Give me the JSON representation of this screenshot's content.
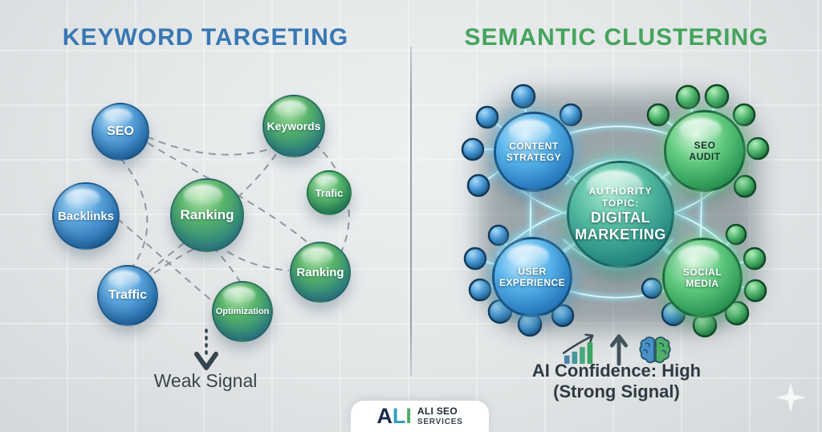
{
  "header": {
    "left_title": "KEYWORD TARGETING",
    "right_title": "SEMANTIC CLUSTERING"
  },
  "colors": {
    "left_title_blue": "#3878b4",
    "right_title_green": "#44a45c",
    "bubble_blue": "#2d77b4",
    "bubble_green": "#2f9058",
    "network_glow_cyan": "#7ee4ff",
    "signal_text": "#3a444c"
  },
  "left_panel": {
    "bubbles": [
      {
        "label": "SEO"
      },
      {
        "label": "Keywords"
      },
      {
        "label": "Backlinks"
      },
      {
        "label": "Ranking"
      },
      {
        "label": "Trafic"
      },
      {
        "label": "Ranking"
      },
      {
        "label": "Traffic"
      },
      {
        "label": "Optimization"
      }
    ],
    "signal_label": "Weak Signal"
  },
  "right_panel": {
    "hubs": [
      {
        "line1": "CONTENT",
        "line2": "STRATEGY"
      },
      {
        "line1": "SEO",
        "line2": "AUDIT"
      },
      {
        "line1": "USER",
        "line2": "EXPERIENCE"
      },
      {
        "line1": "SOCIAL",
        "line2": "MEDIA"
      }
    ],
    "center": {
      "kicker1": "AUTHORITY",
      "kicker2": "TOPIC:",
      "main1": "DIGITAL",
      "main2": "MARKETING"
    },
    "icons": [
      "growth-chart-icon",
      "up-arrow-icon",
      "brain-icon"
    ],
    "confidence": {
      "line1": "AI Confidence: High",
      "line2": "(Strong Signal)"
    }
  },
  "footer": {
    "logo_letters": [
      {
        "char": "A"
      },
      {
        "char": "L"
      },
      {
        "char": "I"
      }
    ],
    "logo_name_line1": "ALI SEO",
    "logo_name_line2": "SERVICES"
  }
}
